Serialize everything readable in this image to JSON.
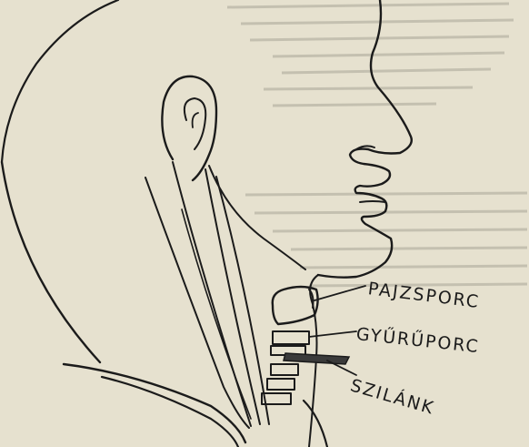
{
  "figure": {
    "labels": {
      "thyroid_cartilage": "PAJZSPORC",
      "cricoid_cartilage": "GYŰRŰPORC",
      "fragment": "SZILÁNK"
    }
  },
  "colors": {
    "paper": "#e6e1cf",
    "ink": "#1b1b1b",
    "fragment_fill": "#3a3a3a"
  }
}
